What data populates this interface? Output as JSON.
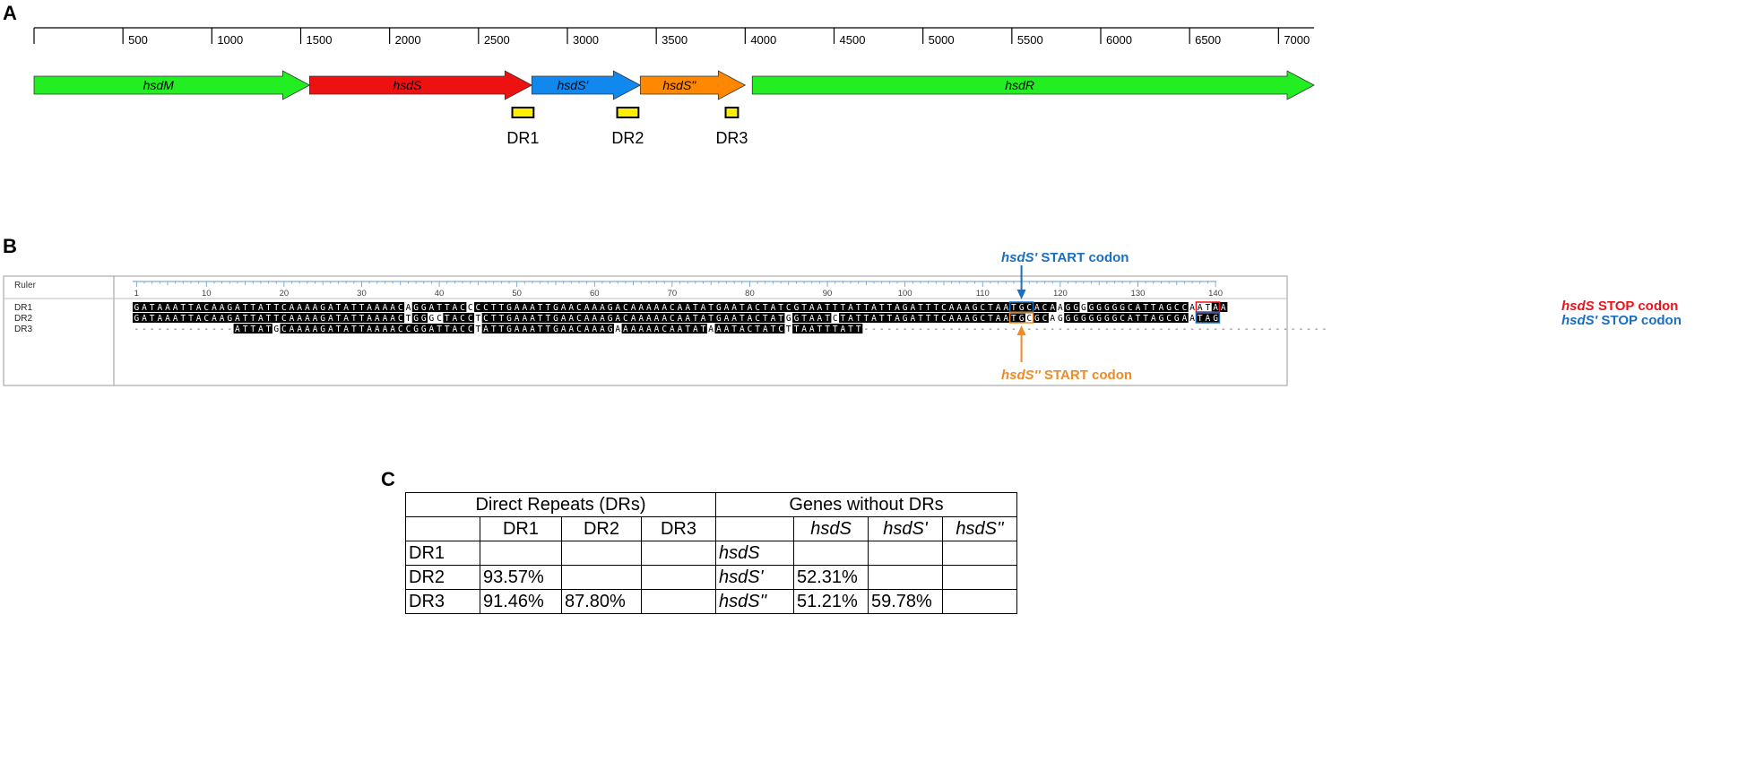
{
  "panels": {
    "a": "A",
    "b": "B",
    "c": "C"
  },
  "panel_a": {
    "ruler_ticks": [
      500,
      1000,
      1500,
      2000,
      2500,
      3000,
      3500,
      4000,
      4500,
      5000,
      5500,
      6000,
      6500,
      7000
    ],
    "ruler_range": [
      0,
      7200
    ],
    "genes": [
      {
        "name": "hsdM",
        "start": 0,
        "end": 1550,
        "color": "#22ee22"
      },
      {
        "name": "hsdS",
        "start": 1550,
        "end": 2800,
        "color": "#ee1111"
      },
      {
        "name": "hsdS'",
        "start": 2800,
        "end": 3410,
        "color": "#1188ee"
      },
      {
        "name": "hsdS\"",
        "start": 3410,
        "end": 4000,
        "color": "#ff8800"
      },
      {
        "name": "hsdR",
        "start": 4040,
        "end": 7200,
        "color": "#22ee22"
      }
    ],
    "repeats": [
      {
        "name": "DR1",
        "start": 2690,
        "end": 2810
      },
      {
        "name": "DR2",
        "start": 3280,
        "end": 3400
      },
      {
        "name": "DR3",
        "start": 3890,
        "end": 3960
      }
    ],
    "repeat_color": "#ffee00"
  },
  "panel_b": {
    "ruler_label": "Ruler",
    "ruler_ticks": [
      1,
      10,
      20,
      30,
      40,
      50,
      60,
      70,
      80,
      90,
      100,
      110,
      120,
      130,
      140
    ],
    "rows": [
      {
        "name": "DR1",
        "seq": "GATAAATTACAAGATTATTCAAAAGATATTAAAACAGGATTACCCCTTGAAATTGAACAAAGACAAAAACAATATGAATACTATCGTAATTTATTATTAGATTTCAAAGCTAATGCACAAGGGGGGGGCATTAGCCAATAA"
      },
      {
        "name": "DR2",
        "seq": "GATAAATTACAAGATTATTCAAAAGATATTAAAACTGGGCTACCTCTTGAAATTGAACAAAGACAAAAACAATATGAATACTATGGTAATCTATTATTAGATTTCAAAGCTAATGCGCAGGGGGGGGCATTAGCGAATAG"
      },
      {
        "name": "DR3",
        "seq": "-------------ATTATGCAAAAGATATTAAAACCGGATTACCTATTGAAATTGAACAAAGAAAAAACAATATAAATACTATCTTAATTTATT------------------------------------------------------------"
      }
    ],
    "highlight_white": {
      "DR1": [
        36,
        44,
        120,
        123,
        137,
        138,
        139
      ],
      "DR2": [
        36,
        39,
        40,
        45,
        85,
        91,
        116,
        119,
        120,
        137
      ],
      "DR3": [
        19,
        45,
        63,
        75,
        85
      ]
    },
    "annotations": {
      "hsdS_prime_start": {
        "gene": "hsdS'",
        "text": " START codon"
      },
      "hsdS_stop": {
        "gene": "hsdS",
        "text": " STOP codon"
      },
      "hsdS_prime_stop": {
        "gene": "hsdS'",
        "text": " STOP codon"
      },
      "hsdS_dprime_start": {
        "gene": "hsdS''",
        "text": " START codon"
      }
    },
    "colors": {
      "blue": "#1a6fbf",
      "red": "#e8141c",
      "orange": "#f08a24"
    }
  },
  "panel_c": {
    "group_headers": [
      "Direct Repeats (DRs)",
      "Genes without DRs"
    ],
    "dr_cols": [
      "DR1",
      "DR2",
      "DR3"
    ],
    "gene_cols": [
      "hsdS",
      "hsdS'",
      "hsdS''"
    ],
    "dr_rows": [
      {
        "label": "DR1",
        "vals": [
          "",
          "",
          ""
        ]
      },
      {
        "label": "DR2",
        "vals": [
          "93.57%",
          "",
          ""
        ]
      },
      {
        "label": "DR3",
        "vals": [
          "91.46%",
          "87.80%",
          ""
        ]
      }
    ],
    "gene_rows": [
      {
        "label": "hsdS",
        "vals": [
          "",
          "",
          ""
        ]
      },
      {
        "label": "hsdS'",
        "vals": [
          "52.31%",
          "",
          ""
        ]
      },
      {
        "label": "hsdS''",
        "vals": [
          "51.21%",
          "59.78%",
          ""
        ]
      }
    ]
  }
}
